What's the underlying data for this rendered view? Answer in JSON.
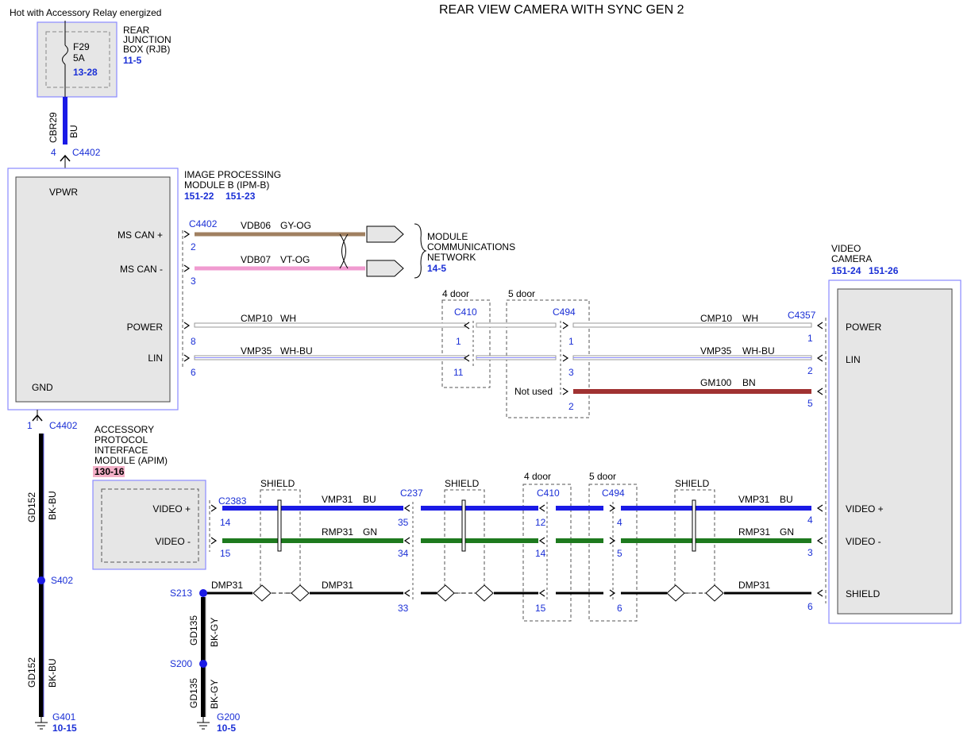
{
  "title": "REAR VIEW CAMERA WITH SYNC GEN 2",
  "hot_label": "Hot with Accessory Relay energized",
  "colors": {
    "module_fill": "#e6e6e6",
    "module_border": "#8a8aff",
    "ref_blue": "#1a2fd6",
    "wire_blue": "#1a1ae6",
    "wire_green": "#1e7a1e",
    "wire_brown": "#a03232",
    "wire_pink": "#f09bd0",
    "wire_grayorange": "#a08060",
    "ref_highlight": "#f4b0c8"
  },
  "rjb": {
    "name_lines": [
      "REAR",
      "JUNCTION",
      "BOX (RJB)"
    ],
    "ref": "11-5",
    "fuse": "F29",
    "rating": "5A",
    "fuse_ref": "13-28"
  },
  "rjb_wire": {
    "circuit": "CBR29",
    "color": "BU",
    "pin": "4",
    "connector": "C4402"
  },
  "ipm": {
    "name_lines": [
      "IMAGE PROCESSING",
      "MODULE B (IPM-B)"
    ],
    "refs": [
      "151-22",
      "151-23"
    ],
    "vpwr": "VPWR",
    "gnd": "GND",
    "pins": [
      "MS CAN +",
      "MS CAN -",
      "POWER",
      "LIN"
    ],
    "connector": "C4402"
  },
  "mcn": {
    "lines": [
      "MODULE",
      "COMMUNICATIONS",
      "NETWORK"
    ],
    "ref": "14-5"
  },
  "can_wires": [
    {
      "circuit": "VDB06",
      "color": "GY-OG",
      "pin": "2"
    },
    {
      "circuit": "VDB07",
      "color": "VT-OG",
      "pin": "3"
    }
  ],
  "camera": {
    "name_lines": [
      "VIDEO",
      "CAMERA"
    ],
    "refs": [
      "151-24",
      "151-26"
    ],
    "pins": [
      "POWER",
      "LIN",
      "VIDEO +",
      "VIDEO -",
      "SHIELD"
    ],
    "connector": "C4357"
  },
  "door_labels": {
    "four": "4 door",
    "five": "5 door"
  },
  "not_used": "Not used",
  "power_wires": [
    {
      "circuit": "CMP10",
      "color": "WH",
      "ipm_pin": "8",
      "c410_pin": "1",
      "c494_pin": "1",
      "cam_pin": "1"
    },
    {
      "circuit": "VMP35",
      "color": "WH-BU",
      "ipm_pin": "6",
      "c410_pin": "11",
      "c494_pin": "3",
      "cam_pin": "2"
    }
  ],
  "gm_wire": {
    "circuit": "GM100",
    "color": "BN",
    "c494_pin": "2",
    "cam_pin": "5"
  },
  "connectors": {
    "c410": "C410",
    "c494": "C494",
    "c237": "C237",
    "c2383": "C2383",
    "c4402": "C4402"
  },
  "apim": {
    "name_lines": [
      "ACCESSORY",
      "PROTOCOL",
      "INTERFACE",
      "MODULE (APIM)"
    ],
    "ref": "130-16",
    "pins": [
      "VIDEO +",
      "VIDEO -"
    ]
  },
  "shield_label": "SHIELD",
  "video_wires": [
    {
      "circuit": "VMP31",
      "color": "BU",
      "apim_pin": "14",
      "c237_pin": "35",
      "c410_pin": "12",
      "c494_pin": "4",
      "cam_pin": "4"
    },
    {
      "circuit": "RMP31",
      "color": "GN",
      "apim_pin": "15",
      "c237_pin": "34",
      "c410_pin": "14",
      "c494_pin": "5",
      "cam_pin": "3"
    }
  ],
  "drain_wire": {
    "circuit": "DMP31",
    "c237_pin": "33",
    "c410_pin": "15",
    "c494_pin": "6",
    "cam_pin": "6"
  },
  "ground_left": {
    "connector": "C4402",
    "pin": "1",
    "circuit": "GD152",
    "color": "BK-BU",
    "splice": "S402",
    "ground": "G401",
    "ref": "10-15"
  },
  "ground_right": {
    "splice_top": "S213",
    "circuit": "GD135",
    "color": "BK-GY",
    "splice": "S200",
    "ground": "G200",
    "ref": "10-5"
  }
}
